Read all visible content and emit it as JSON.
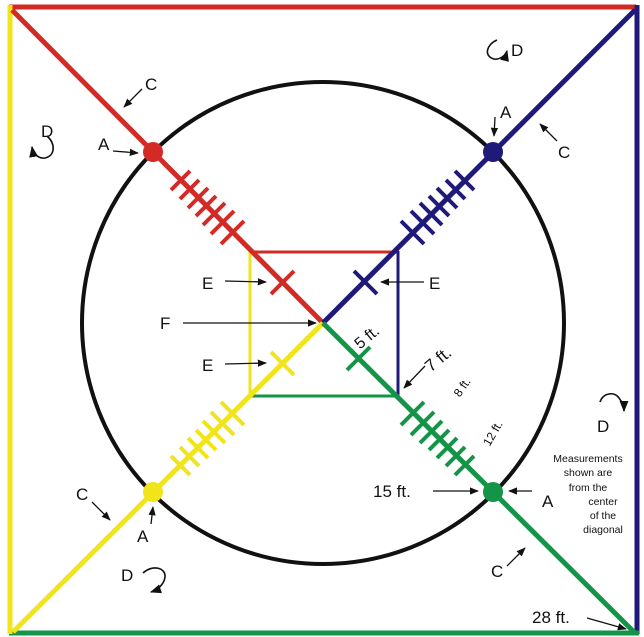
{
  "colors": {
    "red": "#d42a26",
    "navy": "#1f1a7a",
    "yellow": "#f2e41a",
    "green": "#149447",
    "black": "#111111"
  },
  "labels": {
    "A": "A",
    "C": "C",
    "D": "D",
    "E": "E",
    "F": "F"
  },
  "measurements": {
    "five": "5 ft.",
    "seven": "7 ft.",
    "eight": "8 ft.",
    "twelve": "12 ft.",
    "fifteen": "15 ft.",
    "twentyeight": "28 ft."
  },
  "note": {
    "line1": "Measurements",
    "line2": "shown are",
    "line3": "from the",
    "line4": "center",
    "line5": "of the",
    "line6": "diagonal"
  }
}
